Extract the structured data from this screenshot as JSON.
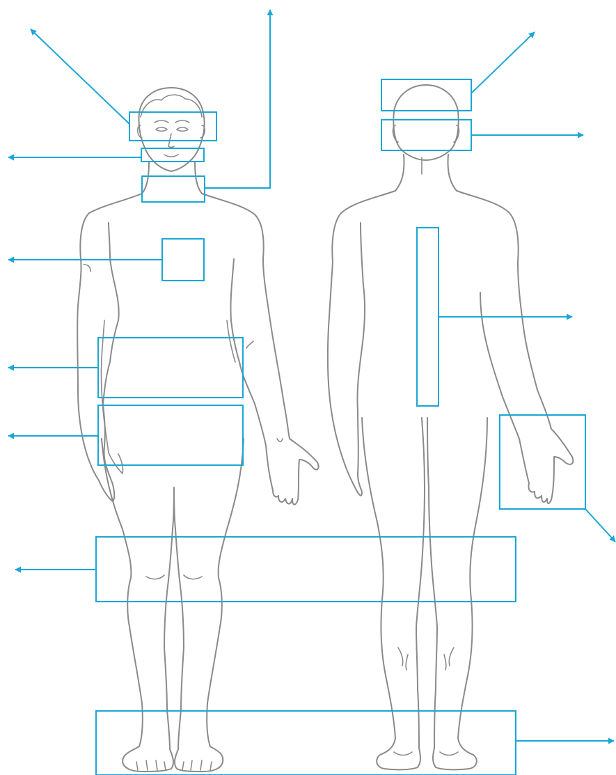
{
  "diagram": {
    "views": [
      "front",
      "back"
    ],
    "colors": {
      "accent": "#19a7d6",
      "outline": "#8a8a8a",
      "background": "#ffffff"
    },
    "front_regions": [
      {
        "id": "eyes-region",
        "arrow_direction": "up-left"
      },
      {
        "id": "mouth-region",
        "arrow_direction": "left"
      },
      {
        "id": "neck-region",
        "arrow_direction": "up"
      },
      {
        "id": "chest-region",
        "arrow_direction": "left"
      },
      {
        "id": "abdomen-region",
        "arrow_direction": "left"
      },
      {
        "id": "pelvis-region",
        "arrow_direction": "left"
      },
      {
        "id": "knees-region",
        "arrow_direction": "left"
      },
      {
        "id": "feet-region",
        "arrow_direction": "right"
      }
    ],
    "back_regions": [
      {
        "id": "scalp-region",
        "arrow_direction": "up-right"
      },
      {
        "id": "back-head-region",
        "arrow_direction": "right"
      },
      {
        "id": "spine-region",
        "arrow_direction": "right"
      },
      {
        "id": "hand-region",
        "arrow_direction": "down-right"
      }
    ]
  }
}
